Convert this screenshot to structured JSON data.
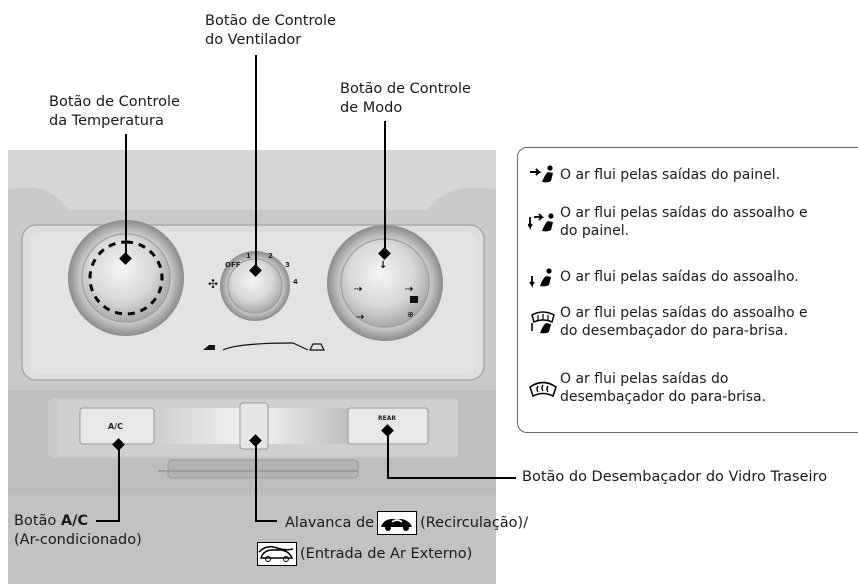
{
  "callouts": {
    "fan": {
      "line1": "Botão de Controle",
      "line2": "do Ventilador"
    },
    "temperature": {
      "line1": "Botão de Controle",
      "line2": "da Temperatura"
    },
    "mode": {
      "line1": "Botão de Controle",
      "line2": "de Modo"
    },
    "rear_defrost": {
      "text": "Botão do Desembaçador do Vidro Traseiro"
    },
    "ac": {
      "prefix": "Botão ",
      "bold": "A/C",
      "line2": "(Ar-condicionado)"
    },
    "lever": {
      "prefix": "Alavanca de ",
      "recirc": "(Recirculação)/",
      "fresh": "(Entrada de Ar Externo)"
    }
  },
  "panel_labels": {
    "fan_off": "OFF",
    "fan_1": "1",
    "fan_2": "2",
    "fan_3": "3",
    "fan_4": "4",
    "ac_button": "A/C",
    "rear_button": "REAR"
  },
  "legend": [
    {
      "icon": "dash-vent-icon",
      "text": "O ar flui pelas saídas do painel."
    },
    {
      "icon": "floor-dash-vent-icon",
      "text1": "O ar flui pelas saídas do assoalho e",
      "text2": "do painel."
    },
    {
      "icon": "floor-vent-icon",
      "text": "O ar flui pelas saídas do assoalho."
    },
    {
      "icon": "floor-defrost-icon",
      "text1": "O ar flui pelas saídas do assoalho e",
      "text2": "do desembaçador do para-brisa."
    },
    {
      "icon": "windshield-defrost-icon",
      "text1": "O ar flui pelas saídas do",
      "text2": "desembaçador do para-brisa."
    }
  ]
}
